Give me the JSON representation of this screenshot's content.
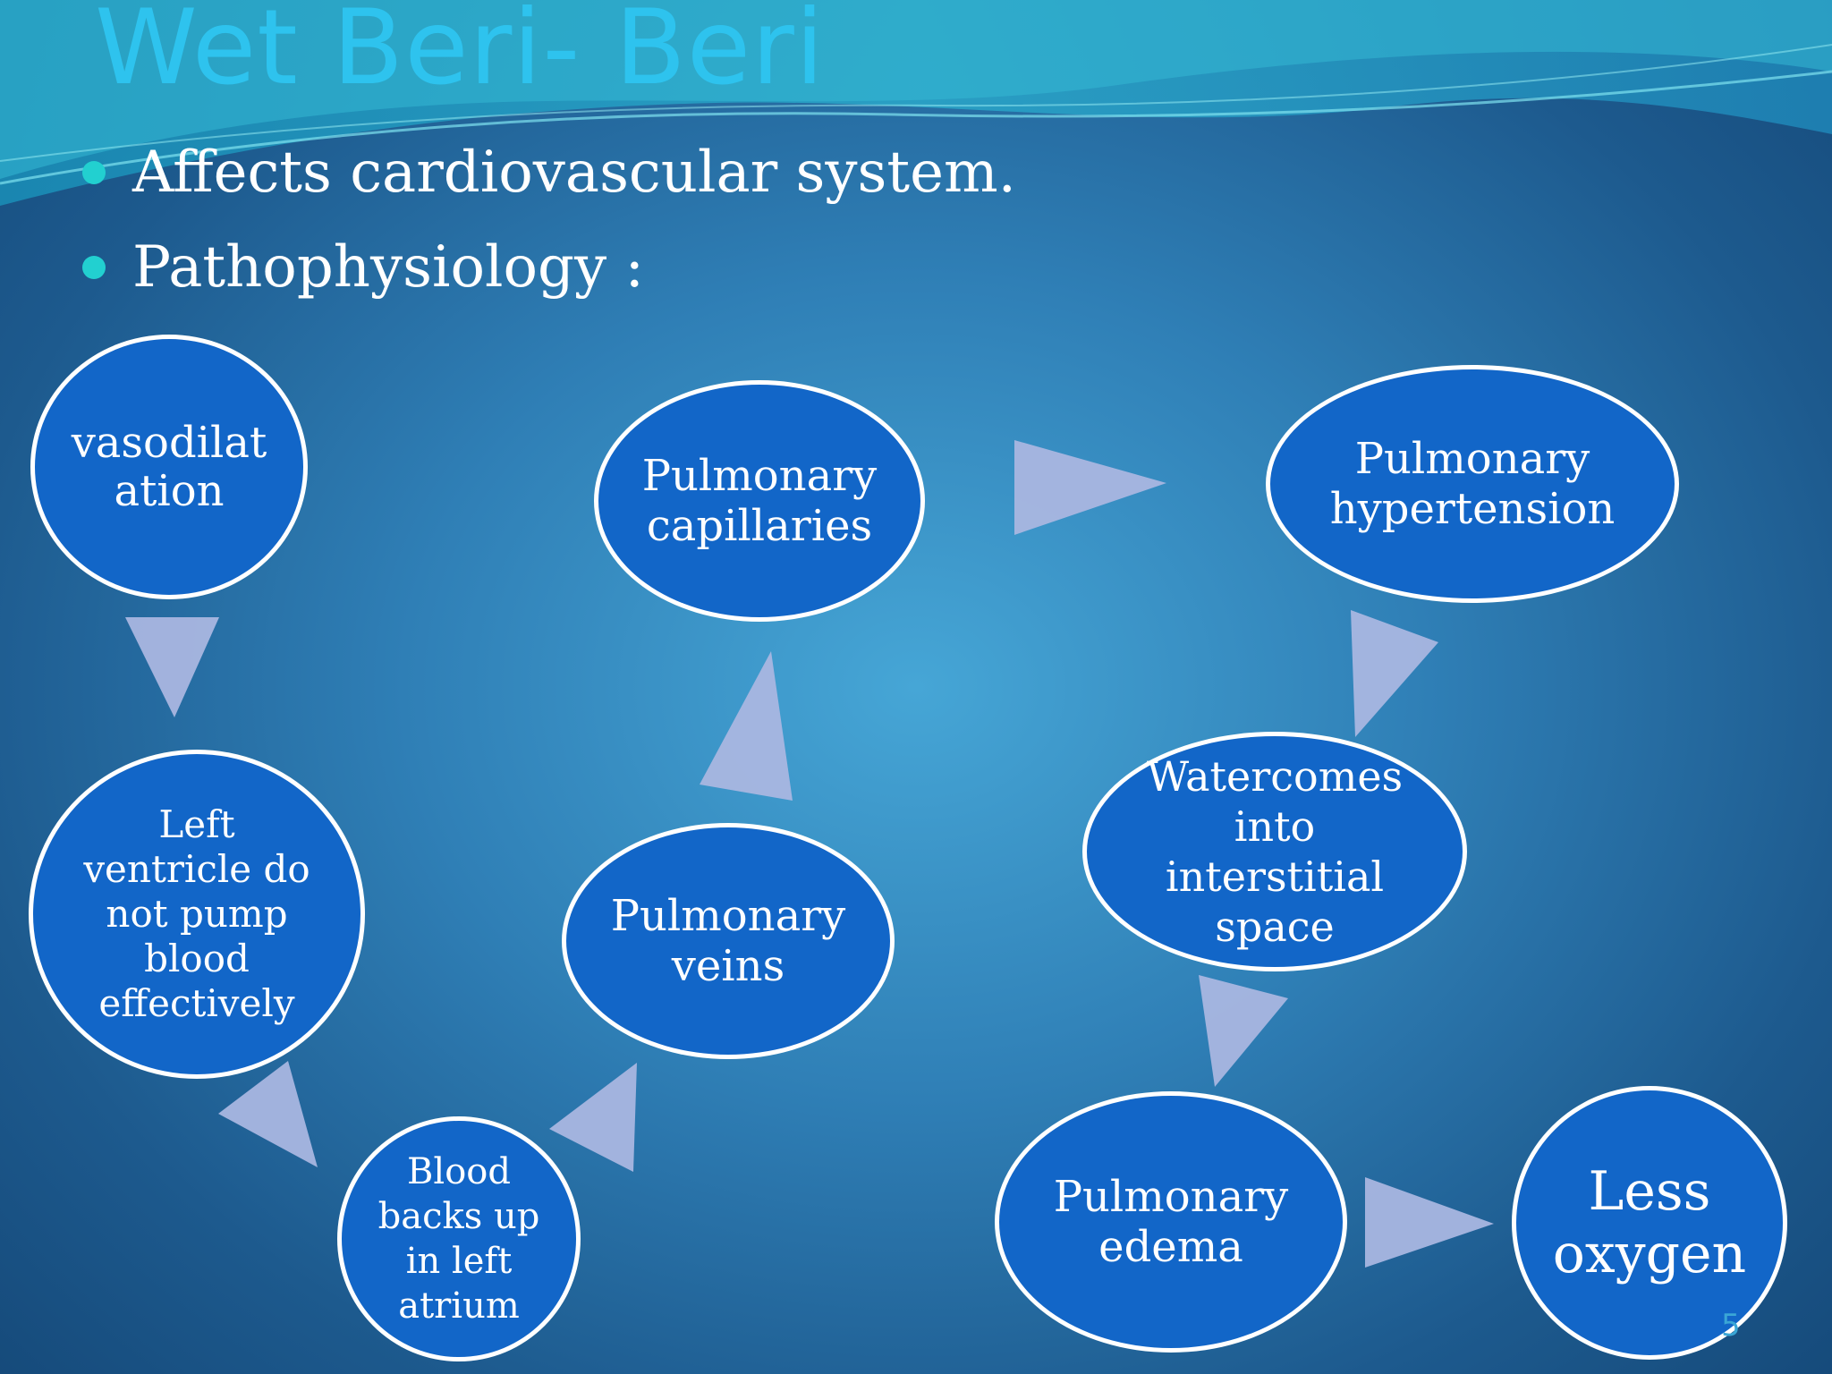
{
  "slide": {
    "title": "Wet Beri- Beri",
    "bullets": [
      "Affects cardiovascular system.",
      "Pathophysiology :"
    ],
    "page_number": "5"
  },
  "diagram": {
    "nodes": [
      {
        "id": "vasodilatation",
        "label": "vasodilat ation"
      },
      {
        "id": "left-ventricle",
        "label": "Left ventricle do not pump blood effectively"
      },
      {
        "id": "left-atrium",
        "label": "Blood backs up in left atrium"
      },
      {
        "id": "pulmonary-veins",
        "label": "Pulmonary veins"
      },
      {
        "id": "pulmonary-capillaries",
        "label": "Pulmonary capillaries"
      },
      {
        "id": "pulmonary-hypertension",
        "label": "Pulmonary hypertension"
      },
      {
        "id": "interstitial-space",
        "label": "Watercomes into interstitial space"
      },
      {
        "id": "pulmonary-edema",
        "label": "Pulmonary edema"
      },
      {
        "id": "less-oxygen",
        "label": "Less oxygen"
      }
    ],
    "edges": [
      [
        "vasodilatation",
        "left-ventricle"
      ],
      [
        "left-ventricle",
        "left-atrium"
      ],
      [
        "left-atrium",
        "pulmonary-veins"
      ],
      [
        "pulmonary-veins",
        "pulmonary-capillaries"
      ],
      [
        "pulmonary-capillaries",
        "pulmonary-hypertension"
      ],
      [
        "pulmonary-hypertension",
        "interstitial-space"
      ],
      [
        "interstitial-space",
        "pulmonary-edema"
      ],
      [
        "pulmonary-edema",
        "less-oxygen"
      ]
    ]
  },
  "colors": {
    "title": "#2ec3ee",
    "bullet_marker": "#22d0d0",
    "node_fill": "#1266c8",
    "node_border": "#ffffff",
    "arrow": "#a9b6e0"
  }
}
